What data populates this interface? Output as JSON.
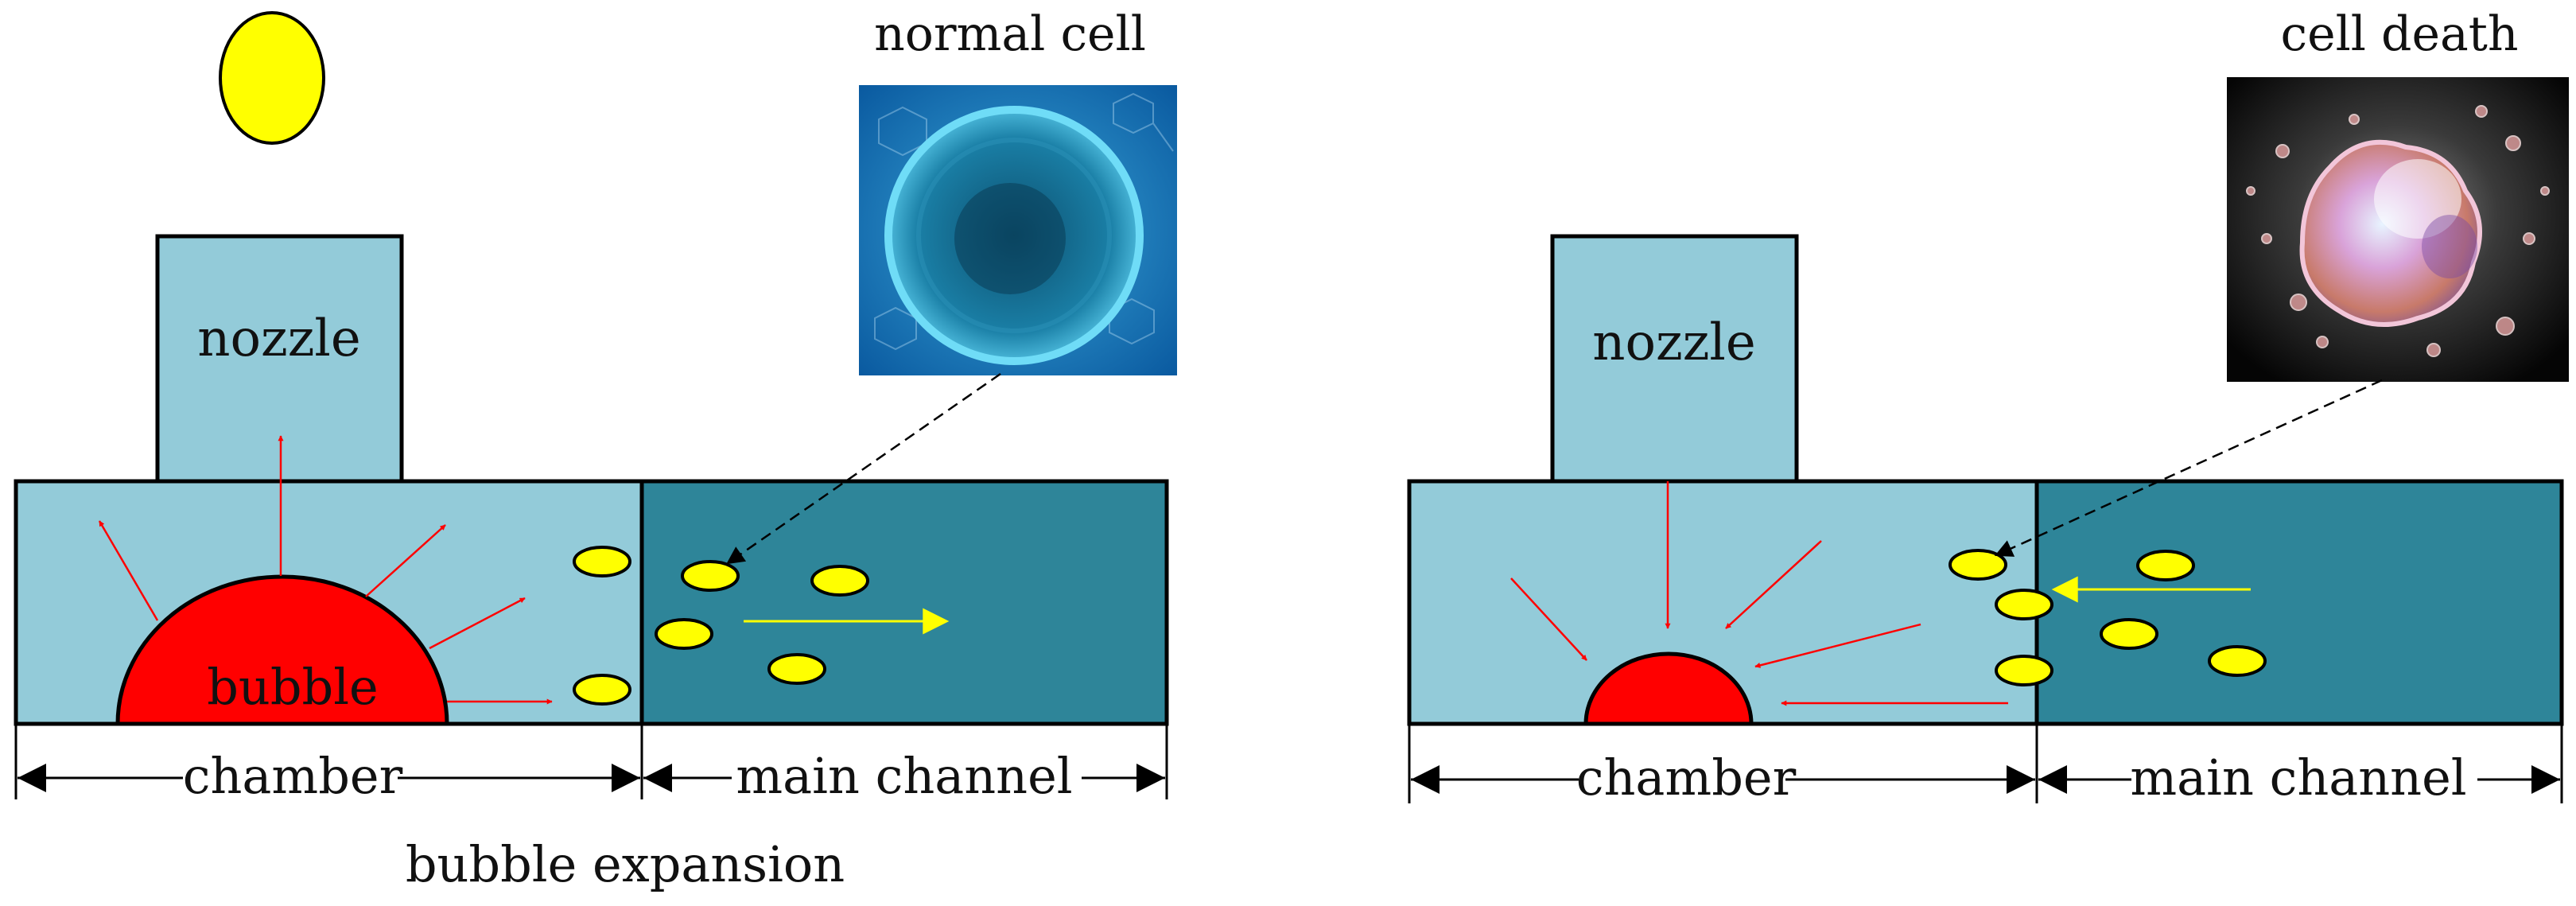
{
  "colors": {
    "chamber_fill": "#93cbd9",
    "channel_fill": "#2e8599",
    "bubble_fill": "#ff0000",
    "cell_fill": "#ffff00",
    "arrow_red": "#ff0000",
    "arrow_yellow": "#ffff00",
    "outline": "#000000"
  },
  "left_panel": {
    "nozzle_label": "nozzle",
    "bubble_label": "bubble",
    "chamber_label": "chamber",
    "channel_label": "main channel",
    "inset_title": "normal cell",
    "caption": "bubble expansion",
    "inset_image": "normal-cell-image"
  },
  "right_panel": {
    "nozzle_label": "nozzle",
    "chamber_label": "chamber",
    "channel_label": "main channel",
    "inset_title": "cell death",
    "inset_image": "dead-cell-image"
  }
}
